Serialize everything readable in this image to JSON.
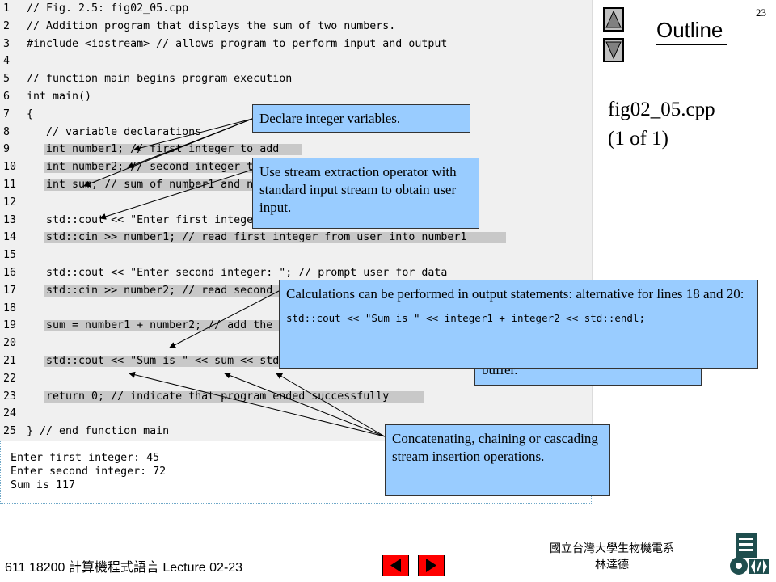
{
  "page_number": "23",
  "outline": {
    "title": "Outline",
    "up_icon": "triangle-up-icon",
    "down_icon": "triangle-down-icon"
  },
  "file_label": "fig02_05.cpp",
  "page_label": "(1 of 1)",
  "code_lines": [
    {
      "num": "1",
      "text": "// Fig. 2.5: fig02_05.cpp"
    },
    {
      "num": "2",
      "text": "// Addition program that displays the sum of two numbers."
    },
    {
      "num": "3",
      "text": "#include <iostream> // allows program to perform input and output"
    },
    {
      "num": "4",
      "text": ""
    },
    {
      "num": "5",
      "text": "// function main begins program execution"
    },
    {
      "num": "6",
      "text": "int main()"
    },
    {
      "num": "7",
      "text": "{"
    },
    {
      "num": "8",
      "text": "   // variable declarations"
    },
    {
      "num": "9",
      "text": "   int number1; // first integer to add"
    },
    {
      "num": "10",
      "text": "   int number2; // second integer to add"
    },
    {
      "num": "11",
      "text": "   int sum; // sum of number1 and number2"
    },
    {
      "num": "12",
      "text": ""
    },
    {
      "num": "13",
      "text": "   std::cout << \"Enter first integer: \"; // prompt user for data"
    },
    {
      "num": "14",
      "text": "   std::cin >> number1; // read first integer from user into number1"
    },
    {
      "num": "15",
      "text": ""
    },
    {
      "num": "16",
      "text": "   std::cout << \"Enter second integer: \"; // prompt user for data"
    },
    {
      "num": "17",
      "text": "   std::cin >> number2; // read second integer from user into number2"
    },
    {
      "num": "18",
      "text": ""
    },
    {
      "num": "19",
      "text": "   sum = number1 + number2; // add the numbers; store result in sum"
    },
    {
      "num": "20",
      "text": ""
    },
    {
      "num": "21",
      "text": "   std::cout << \"Sum is \" << sum << std::endl; // display sum; end line"
    },
    {
      "num": "22",
      "text": ""
    },
    {
      "num": "23",
      "text": "   return 0; // indicate that program ended successfully"
    },
    {
      "num": "24",
      "text": ""
    },
    {
      "num": "25",
      "text": "} // end function main"
    }
  ],
  "output_lines": [
    "Enter first integer: 45",
    "Enter second integer: 72",
    "Sum is 117"
  ],
  "callouts": {
    "declare": "Declare integer variables.",
    "extraction": "Use stream extraction operator with standard input stream to obtain user input.",
    "calculations_text": "Calculations can be performed in output statements: alternative for lines 18 and 20:",
    "calculations_code": "std::cout << \"Sum is \" << integer1 + integer2 << std::endl;",
    "buffer_fragment": "buffer.",
    "concatenating": "Concatenating, chaining or cascading stream insertion operations."
  },
  "footer": {
    "course": "611 18200 計算機程式語言 Lecture 02-23",
    "department": "國立台灣大學生物機電系",
    "instructor": "林達德"
  },
  "nav": {
    "prev_icon": "triangle-left-icon",
    "next_icon": "triangle-right-icon"
  },
  "colors": {
    "callout_fill": "#99ccff",
    "nav_red": "#ff0000",
    "code_background": "#f0f0f0",
    "highlight": "#c8c8c8",
    "logo": "#1f4e4e"
  }
}
